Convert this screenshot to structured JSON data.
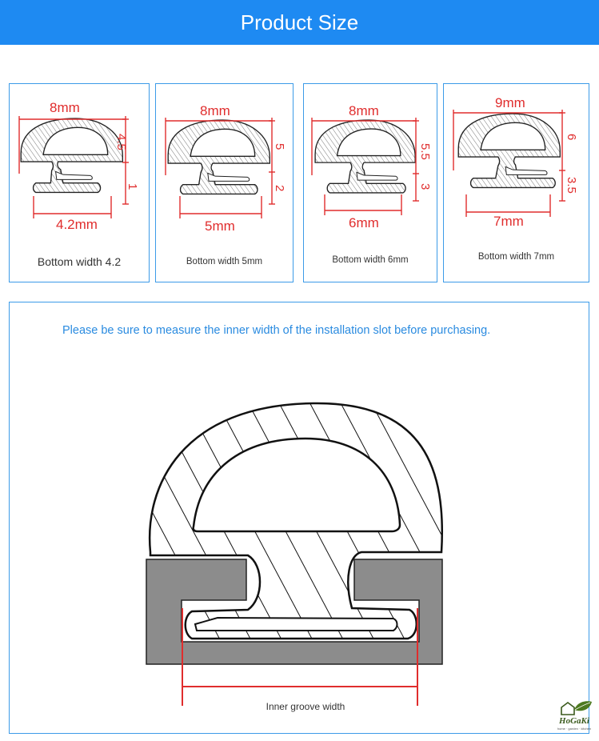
{
  "header": {
    "title": "Product Size"
  },
  "cards": [
    {
      "top_dim": "8mm",
      "upper_dim": "4.5",
      "lower_dim": "1",
      "bottom_dim": "4.2mm",
      "caption": "Bottom width 4.2"
    },
    {
      "top_dim": "8mm",
      "upper_dim": "5",
      "lower_dim": "2",
      "bottom_dim": "5mm",
      "caption": "Bottom width 5mm"
    },
    {
      "top_dim": "8mm",
      "upper_dim": "5.5",
      "lower_dim": "3",
      "bottom_dim": "6mm",
      "caption": "Bottom width 6mm"
    },
    {
      "top_dim": "9mm",
      "upper_dim": "6",
      "lower_dim": "3.5",
      "bottom_dim": "7mm",
      "caption": "Bottom width 7mm"
    }
  ],
  "notice": "Please be sure to measure the inner width of the installation slot before purchasing.",
  "groove_label": "Inner groove width",
  "logo": {
    "name": "HoGaKi",
    "tagline": "home · garden · kitchen"
  },
  "colors": {
    "header_bg": "#1e8af2",
    "dimension": "#e02d2d",
    "border": "#3c9be8",
    "notice": "#2a8be0",
    "slot": "#8c8c8c"
  }
}
